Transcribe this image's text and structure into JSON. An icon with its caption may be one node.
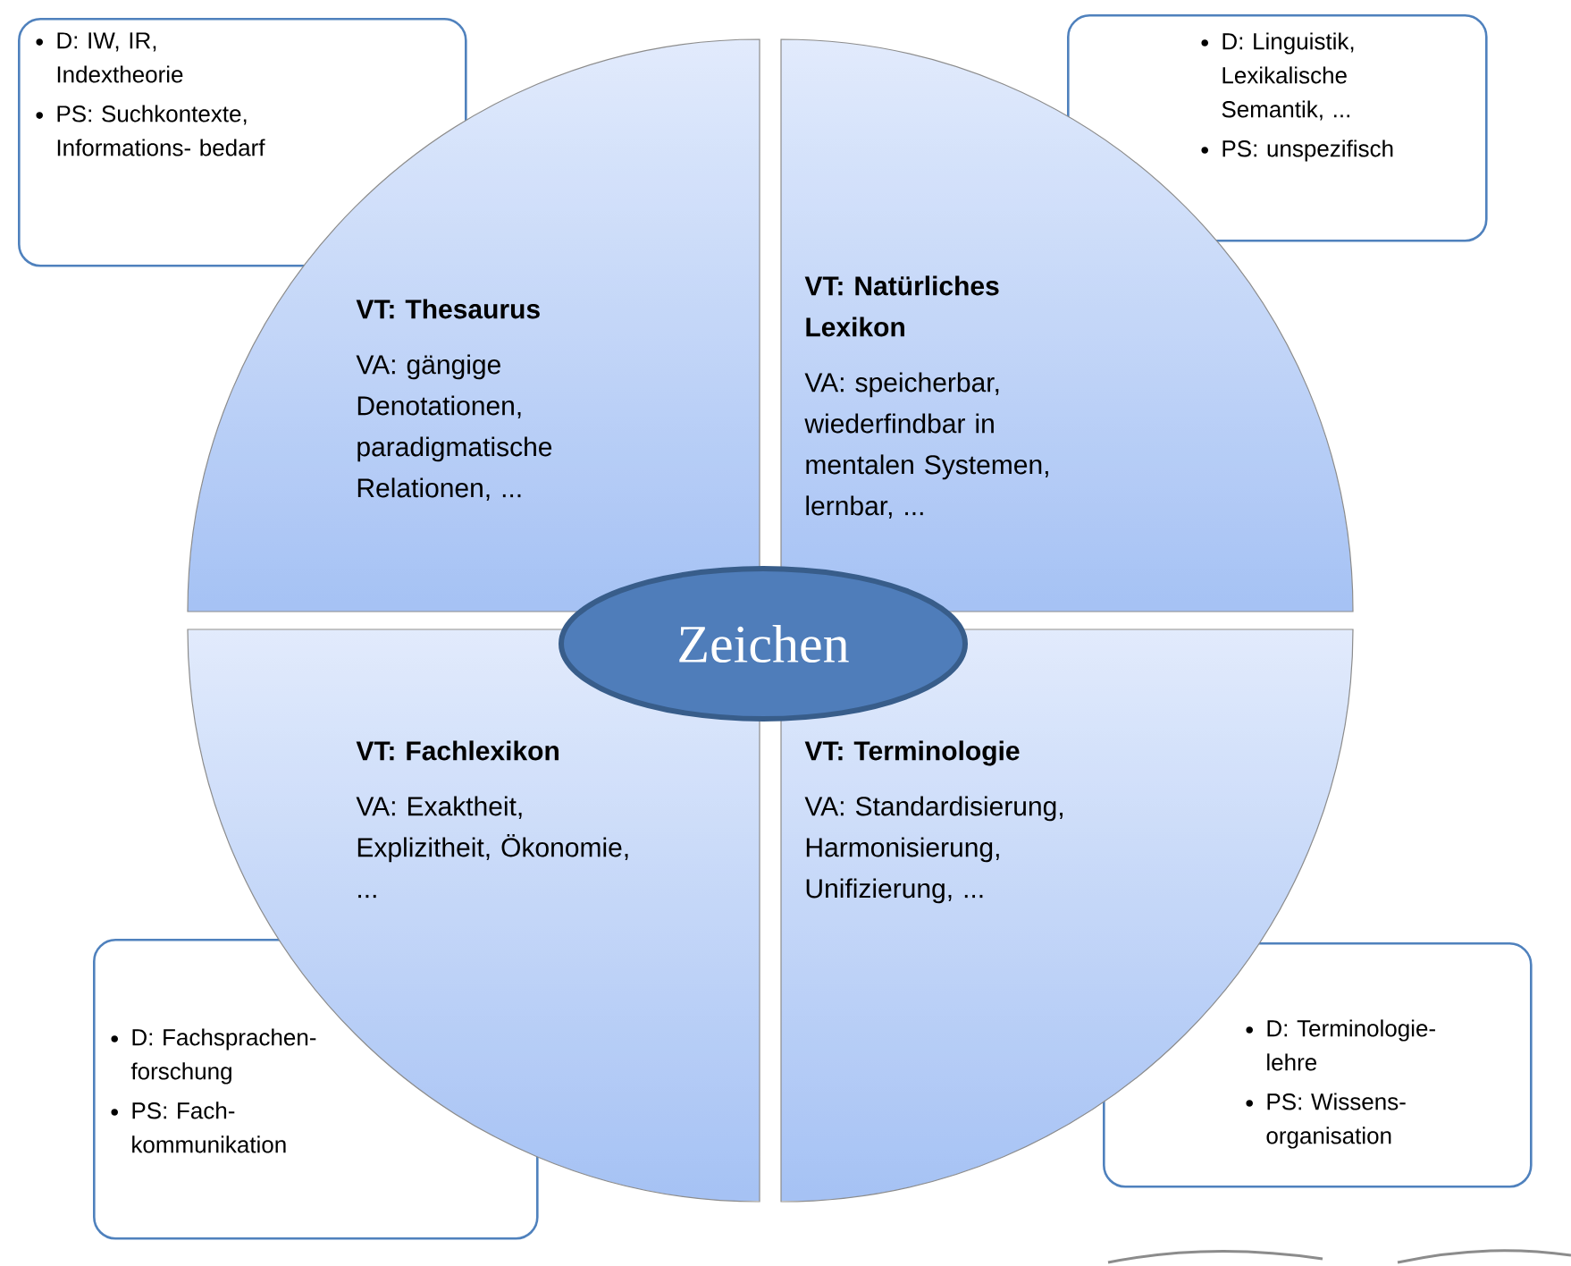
{
  "diagram": {
    "nodes": [
      {
        "text": [
          "D: IW, IR, Indextheorie",
          "PS: Suchkontexte, Informations- bedarf"
        ]
      },
      {
        "text": [
          "D: Linguistik, Lexikalische Semantik, ...",
          "PS: unspezifisch"
        ]
      },
      {
        "text": [
          "VT: Thesaurus",
          "VA: gängige Denotationen, paradigmatische Relationen, ..."
        ]
      },
      {
        "text": [
          "VT: Natürliches Lexikon",
          "VA: speicherbar, wiederfindbar in mentalen Systemen, lernbar, ..."
        ]
      },
      {
        "text": [
          "Zeichen"
        ]
      },
      {
        "text": [
          "VT: Fachlexikon",
          "VA: Exaktheit, Explizitheit, Ökonomie, ..."
        ]
      },
      {
        "text": [
          "VT: Terminologie",
          "VA: Standardisierung, Harmonisierung, Unifizierung, ..."
        ]
      },
      {
        "text": [
          "D: Fachsprachen- forschung",
          "PS: Fach- kommunikation"
        ]
      },
      {
        "text": [
          "D: Terminologie- lehre",
          "PS: Wissens- organisation"
        ]
      }
    ],
    "edges": []
  }
}
